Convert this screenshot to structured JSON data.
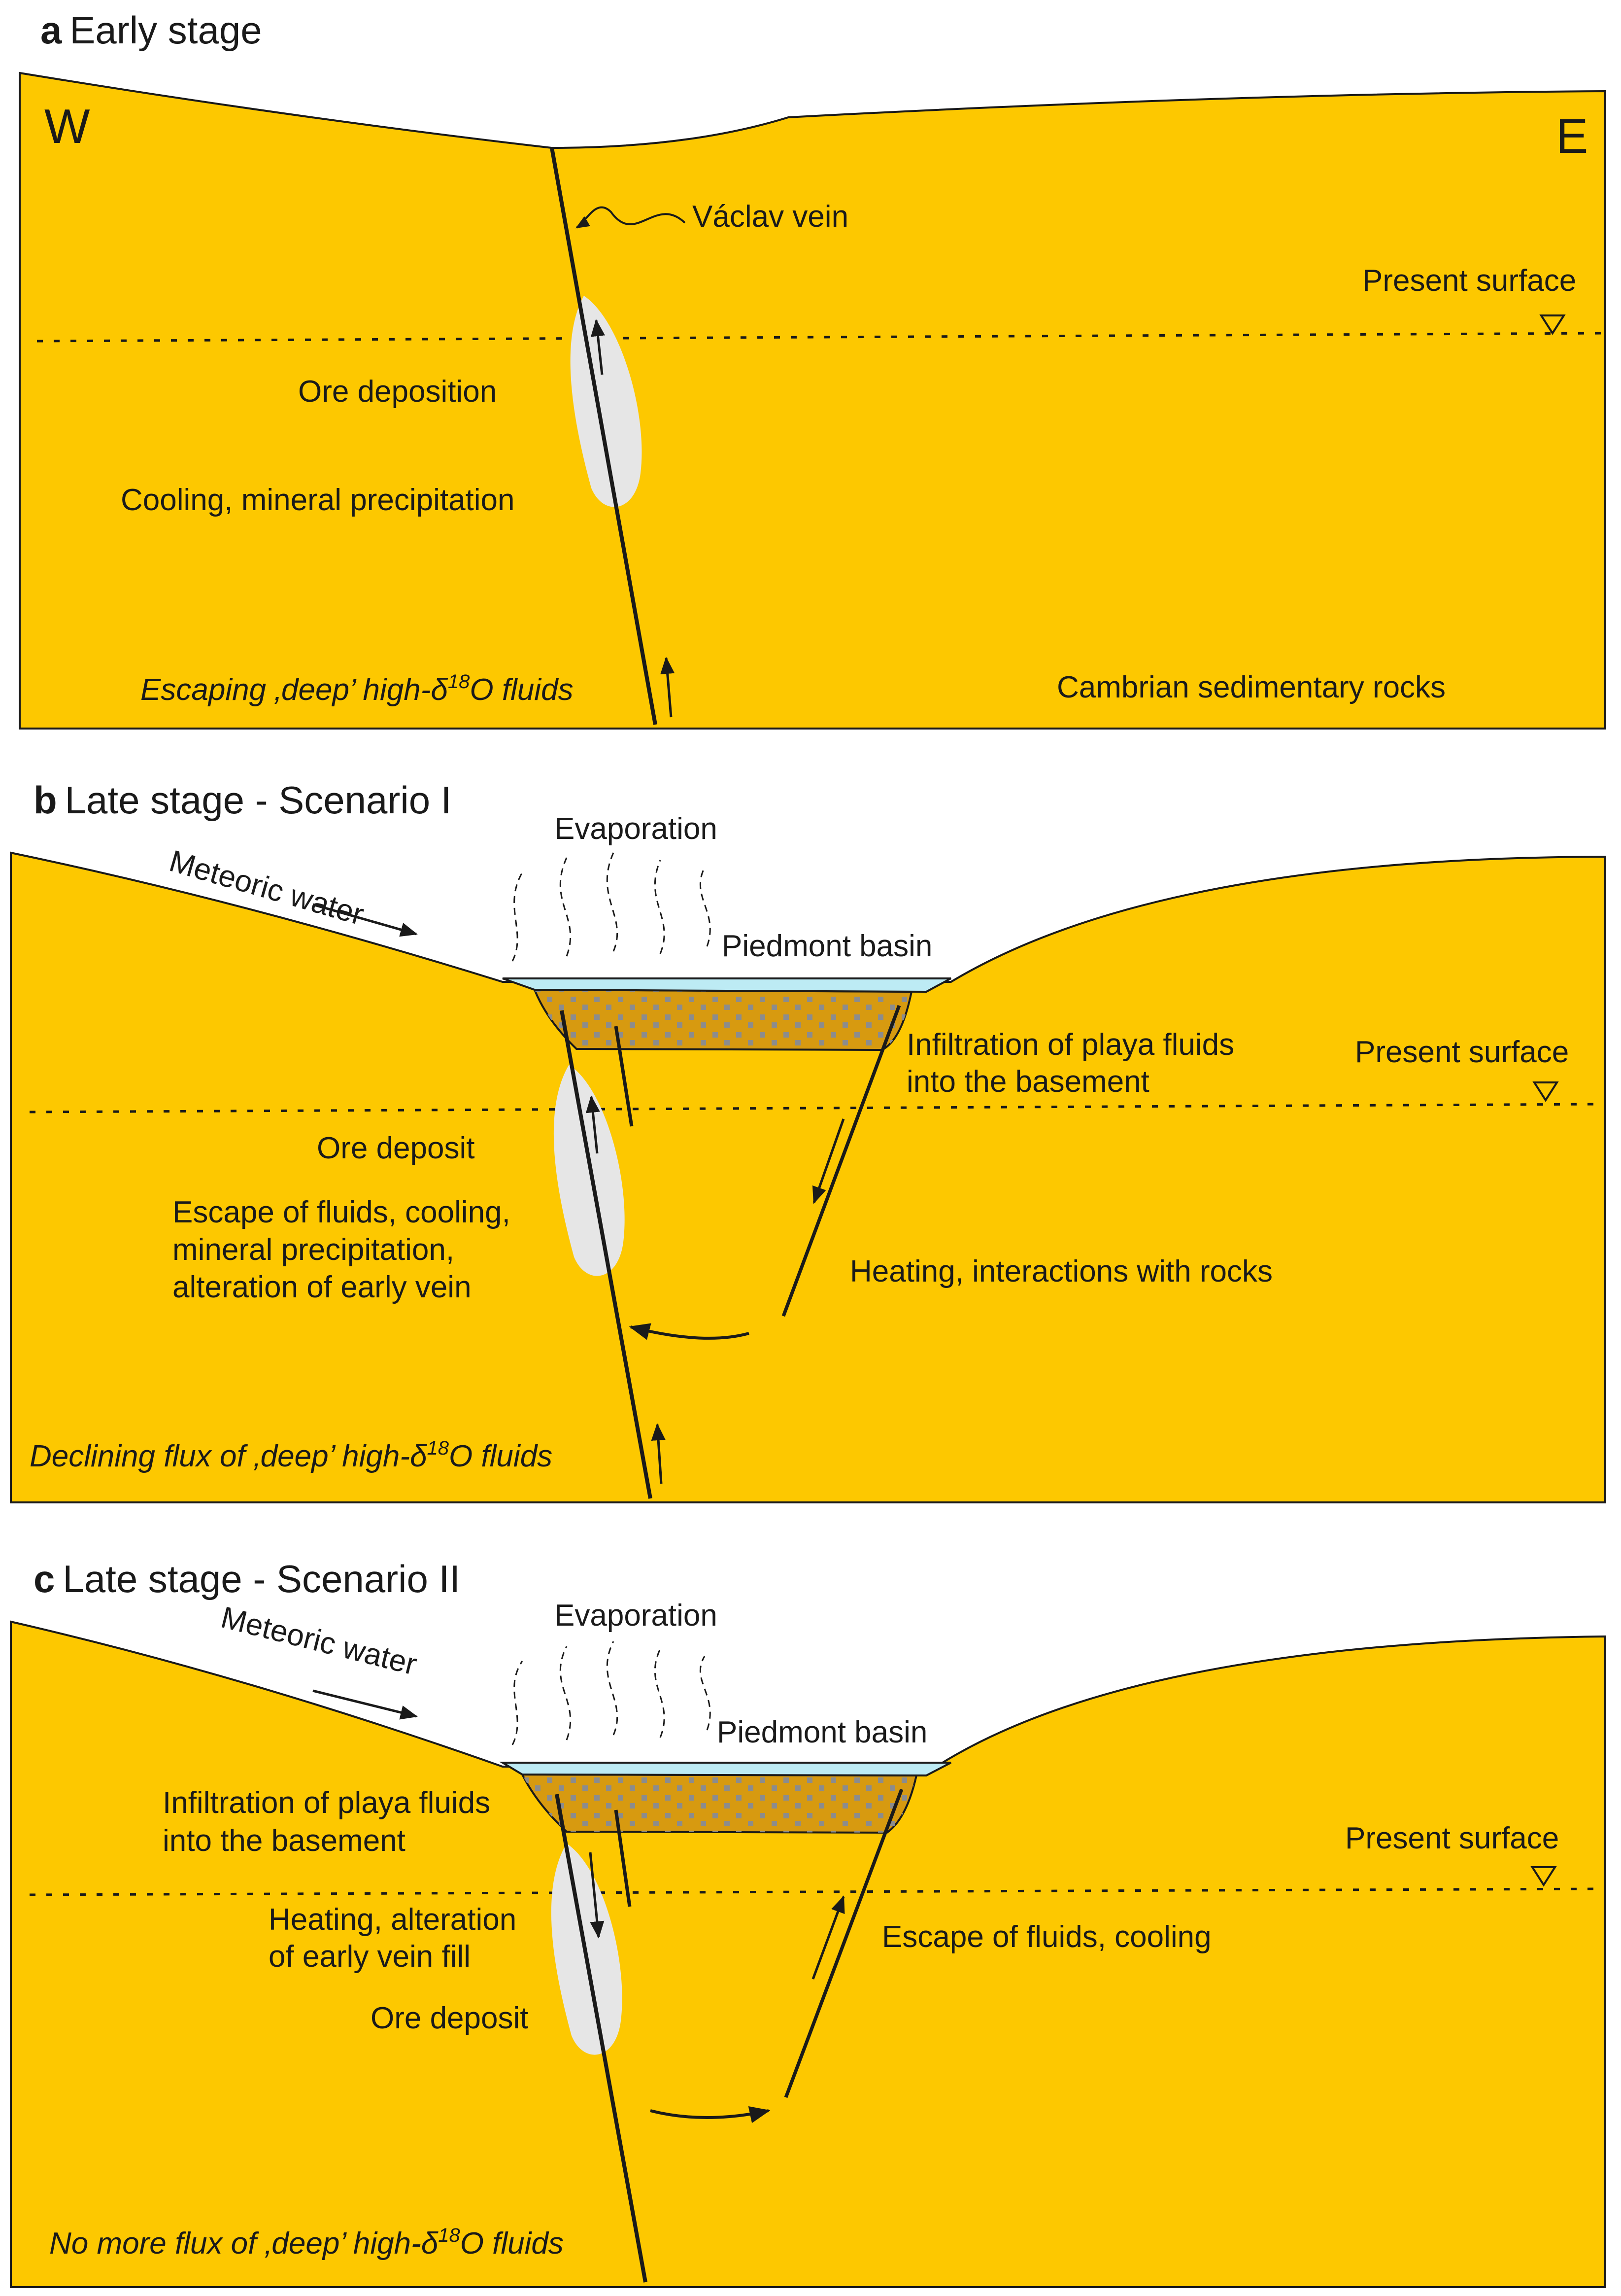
{
  "colors": {
    "rock": "#FDC800",
    "outline": "#1a1a1a",
    "ore_body": "#E6E6E6",
    "water": "#BDEBF4",
    "basin_fill": "#D79A10",
    "basin_dots": "#8C8C8C",
    "background": "#ffffff"
  },
  "panel_a": {
    "letter": "a",
    "title": "Early stage",
    "west": "W",
    "east": "E",
    "vein_label": "Václav vein",
    "present_surface": "Present surface",
    "ore_deposition": "Ore deposition",
    "cooling": "Cooling, mineral precipitation",
    "fluids_prefix": "Escaping ‚deep’ high-δ",
    "fluids_sup": "18",
    "fluids_suffix": "O fluids",
    "rocks": "Cambrian sedimentary rocks"
  },
  "panel_b": {
    "letter": "b",
    "title": "Late stage - Scenario I",
    "meteoric": "Meteoric water",
    "evaporation": "Evaporation",
    "basin": "Piedmont basin",
    "infiltration_1": "Infiltration of playa fluids",
    "infiltration_2": "into the basement",
    "present_surface": "Present surface",
    "ore_deposit": "Ore deposit",
    "escape_1": "Escape of fluids, cooling,",
    "escape_2": "mineral precipitation,",
    "escape_3": "alteration of early vein",
    "heating": "Heating, interactions with rocks",
    "fluids_prefix": "Declining flux of ‚deep’ high-δ",
    "fluids_sup": "18",
    "fluids_suffix": "O fluids"
  },
  "panel_c": {
    "letter": "c",
    "title": "Late stage - Scenario II",
    "meteoric": "Meteoric water",
    "evaporation": "Evaporation",
    "basin": "Piedmont basin",
    "infiltration_1": "Infiltration of playa fluids",
    "infiltration_2": "into the basement",
    "present_surface": "Present surface",
    "heating_1": "Heating, alteration",
    "heating_2": "of early vein fill",
    "escape": "Escape of fluids, cooling",
    "ore_deposit": "Ore deposit",
    "fluids_prefix": "No more flux of ‚deep’ high-δ",
    "fluids_sup": "18",
    "fluids_suffix": "O fluids"
  }
}
